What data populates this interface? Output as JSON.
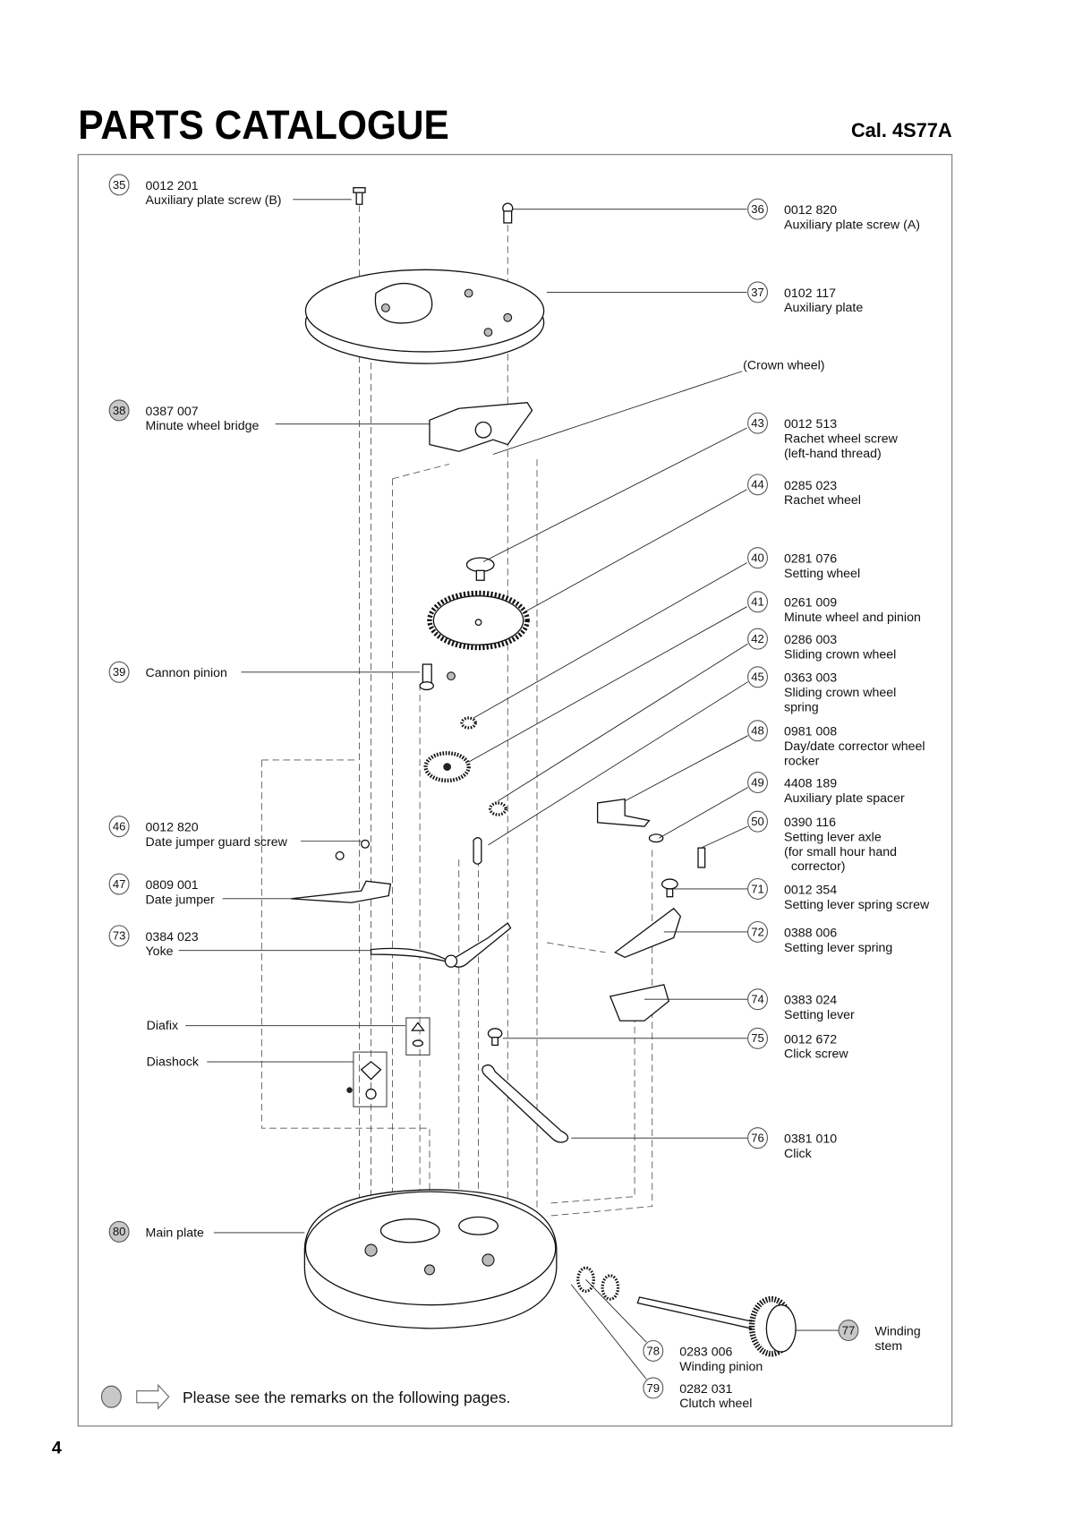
{
  "header": {
    "title": "PARTS CATALOGUE",
    "caliber": "Cal. 4S77A"
  },
  "callouts": [
    {
      "number": "35",
      "remark": false,
      "lines": [
        "0012 201",
        "Auxiliary plate screw (B)"
      ]
    },
    {
      "number": "36",
      "remark": false,
      "lines": [
        "0012 820",
        "Auxiliary plate screw (A)"
      ]
    },
    {
      "number": "37",
      "remark": false,
      "lines": [
        "0102 117",
        "Auxiliary plate"
      ]
    },
    {
      "number": "38",
      "remark": true,
      "lines": [
        "0387 007",
        "Minute wheel bridge"
      ]
    },
    {
      "number": "43",
      "remark": false,
      "lines": [
        "0012 513",
        "Rachet wheel screw",
        "(left-hand thread)"
      ]
    },
    {
      "number": "44",
      "remark": false,
      "lines": [
        "0285 023",
        "Rachet wheel"
      ]
    },
    {
      "number": "40",
      "remark": false,
      "lines": [
        "0281 076",
        "Setting wheel"
      ]
    },
    {
      "number": "41",
      "remark": false,
      "lines": [
        "0261 009",
        "Minute wheel and pinion"
      ]
    },
    {
      "number": "42",
      "remark": false,
      "lines": [
        "0286 003",
        "Sliding crown wheel"
      ]
    },
    {
      "number": "45",
      "remark": false,
      "lines": [
        "0363 003",
        "Sliding crown wheel",
        "spring"
      ]
    },
    {
      "number": "48",
      "remark": false,
      "lines": [
        "0981 008",
        "Day/date corrector wheel",
        "rocker"
      ]
    },
    {
      "number": "49",
      "remark": false,
      "lines": [
        "4408 189",
        "Auxiliary plate spacer"
      ]
    },
    {
      "number": "50",
      "remark": false,
      "lines": [
        "0390 116",
        "Setting lever axle",
        "(for small hour hand",
        "  corrector)"
      ]
    },
    {
      "number": "39",
      "remark": false,
      "lines": [
        "Cannon pinion"
      ]
    },
    {
      "number": "46",
      "remark": false,
      "lines": [
        "0012 820",
        "Date jumper guard screw"
      ]
    },
    {
      "number": "47",
      "remark": false,
      "lines": [
        "0809 001",
        "Date jumper"
      ]
    },
    {
      "number": "73",
      "remark": false,
      "lines": [
        "0384 023",
        "Yoke"
      ]
    },
    {
      "number": "71",
      "remark": false,
      "lines": [
        "0012 354",
        "Setting lever spring screw"
      ]
    },
    {
      "number": "72",
      "remark": false,
      "lines": [
        "0388 006",
        "Setting lever spring"
      ]
    },
    {
      "number": "74",
      "remark": false,
      "lines": [
        "0383 024",
        "Setting lever"
      ]
    },
    {
      "number": "75",
      "remark": false,
      "lines": [
        "0012 672",
        "Click screw"
      ]
    },
    {
      "number": "76",
      "remark": false,
      "lines": [
        "0381 010",
        "Click"
      ]
    },
    {
      "number": "80",
      "remark": true,
      "lines": [
        "Main plate"
      ]
    },
    {
      "number": "77",
      "remark": true,
      "lines": [
        "Winding",
        "stem"
      ]
    },
    {
      "number": "78",
      "remark": false,
      "lines": [
        "0283 006",
        "Winding pinion"
      ]
    },
    {
      "number": "79",
      "remark": false,
      "lines": [
        "0282 031",
        "Clutch wheel"
      ]
    }
  ],
  "labels": [
    {
      "text": "(Crown wheel)"
    },
    {
      "text": "Diafix"
    },
    {
      "text": "Diashock"
    }
  ],
  "legend": {
    "text": "Please see the remarks on the following pages."
  },
  "page_number": "4",
  "colors": {
    "remark_fill": "#c8c8c8",
    "line": "#222222",
    "frame": "#888888"
  }
}
